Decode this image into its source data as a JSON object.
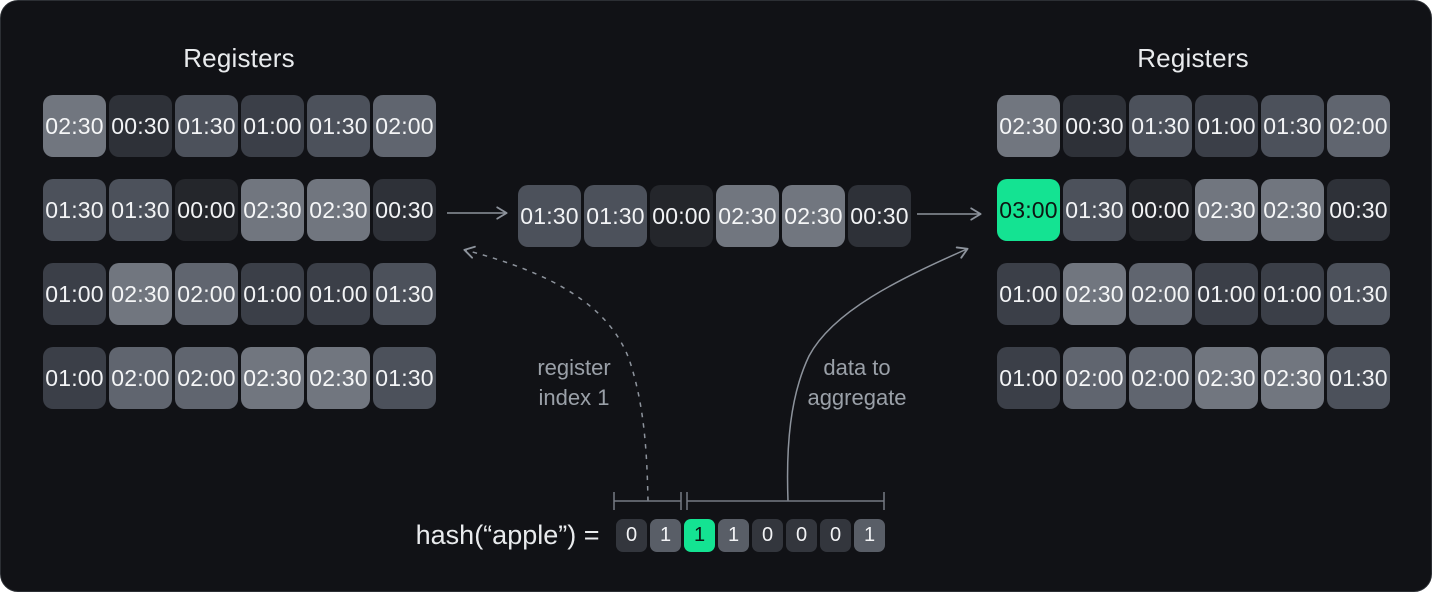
{
  "titles": {
    "left": "Registers",
    "right": "Registers"
  },
  "grids": {
    "left": [
      [
        "02:30",
        "00:30",
        "01:30",
        "01:00",
        "01:30",
        "02:00"
      ],
      [
        "01:30",
        "01:30",
        "00:00",
        "02:30",
        "02:30",
        "00:30"
      ],
      [
        "01:00",
        "02:30",
        "02:00",
        "01:00",
        "01:00",
        "01:30"
      ],
      [
        "01:00",
        "02:00",
        "02:00",
        "02:30",
        "02:30",
        "01:30"
      ]
    ],
    "middle": [
      [
        "01:30",
        "01:30",
        "00:00",
        "02:30",
        "02:30",
        "00:30"
      ]
    ],
    "right": [
      [
        "02:30",
        "00:30",
        "01:30",
        "01:00",
        "01:30",
        "02:00"
      ],
      [
        "03:00",
        "01:30",
        "00:00",
        "02:30",
        "02:30",
        "00:30"
      ],
      [
        "01:00",
        "02:30",
        "02:00",
        "01:00",
        "01:00",
        "01:30"
      ],
      [
        "01:00",
        "02:00",
        "02:00",
        "02:30",
        "02:30",
        "01:30"
      ]
    ]
  },
  "labels": {
    "register_index": [
      "register",
      "index 1"
    ],
    "data_to_aggregate": [
      "data to",
      "aggregate"
    ]
  },
  "hash": {
    "prefix": "hash(“apple”) = ",
    "bits": [
      "0",
      "1",
      "1",
      "1",
      "0",
      "0",
      "0",
      "1"
    ],
    "highlight_index": 2
  },
  "cell_styles": {
    "00:00": {
      "bg": "#24262b",
      "fg": "#f2f3f5"
    },
    "00:30": {
      "bg": "#2e3138",
      "fg": "#f2f3f5"
    },
    "01:00": {
      "bg": "#3b3f48",
      "fg": "#f2f3f5"
    },
    "01:30": {
      "bg": "#4c515b",
      "fg": "#f2f3f5"
    },
    "02:00": {
      "bg": "#60656f",
      "fg": "#f4f5f6"
    },
    "02:30": {
      "bg": "#71767f",
      "fg": "#f5f6f7"
    },
    "03:00": {
      "bg": "#14e392",
      "fg": "#0d1512"
    }
  },
  "bit_styles": {
    "0": {
      "bg": "#33363d",
      "fg": "#f2f3f5"
    },
    "1": {
      "bg": "#595e67",
      "fg": "#f2f3f5"
    },
    "active": {
      "bg": "#14e392",
      "fg": "#0d1512"
    }
  },
  "colors": {
    "accent_green": "#14e392",
    "card_bg": "#111216",
    "card_border": "#2c2f34",
    "title_color": "#e9ebed",
    "label_gray": "#9aa0a8",
    "line_gray": "#8d939c",
    "bracket_gray": "#757a83",
    "hash_text": "#e9ebed"
  }
}
